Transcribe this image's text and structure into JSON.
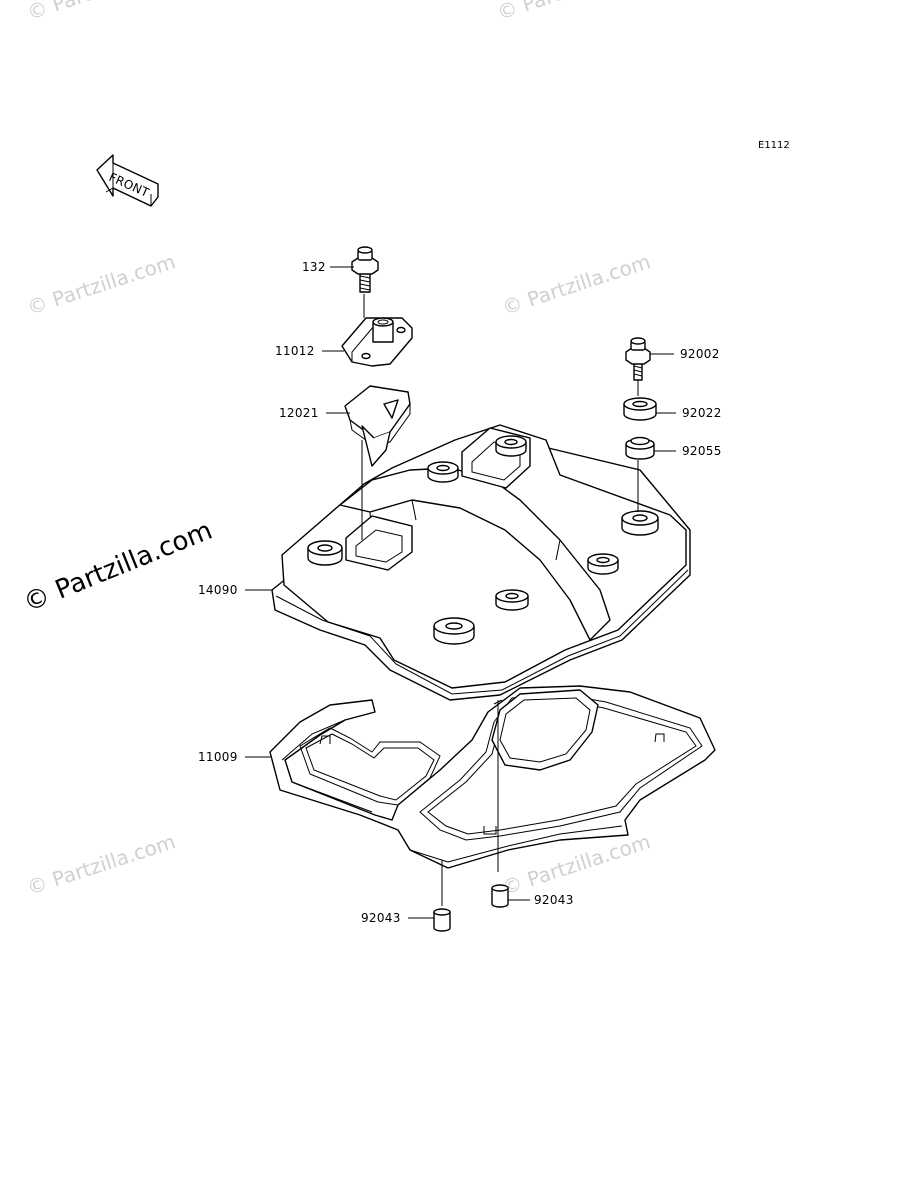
{
  "diagram_code": "E1112",
  "front_label": "FRONT",
  "watermark_text": "© Partzilla.com",
  "parts": [
    {
      "number": "132",
      "name": "bolt"
    },
    {
      "number": "11012",
      "name": "cover"
    },
    {
      "number": "12021",
      "name": "breather plate"
    },
    {
      "number": "14090",
      "name": "cylinder head cover"
    },
    {
      "number": "11009",
      "name": "gasket"
    },
    {
      "number": "92002",
      "name": "bolt"
    },
    {
      "number": "92022",
      "name": "washer"
    },
    {
      "number": "92055",
      "name": "grommet"
    },
    {
      "number": "92043",
      "name": "pin"
    },
    {
      "number": "92043",
      "name": "pin"
    }
  ]
}
